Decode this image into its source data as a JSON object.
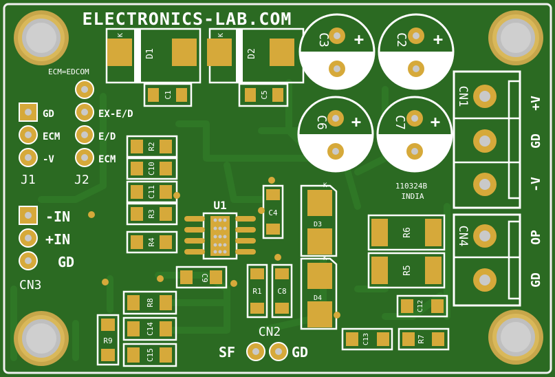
{
  "board": {
    "title": "ELECTRONICS-LAB.COM",
    "board_code": "110324B",
    "board_origin": "INDIA",
    "note": "ECM=EDCOM",
    "colors": {
      "pcb": "#2b6a22",
      "trace": "#2f7726",
      "silkscreen": "#ffffff",
      "pad": "#d6a93a",
      "hole": "#c9c9c9",
      "outline": "#f0f0f0"
    }
  },
  "labels": {
    "d1": "D1",
    "d2": "D2",
    "c1": "C1",
    "c5": "C5",
    "c3": "C3",
    "c2": "C2",
    "c6": "C6",
    "c7": "C7",
    "plus": "+",
    "j1": "J1",
    "j2": "J2",
    "j1_gd": "GD",
    "j1_ecm": "ECM",
    "j1_minus_v": "-V",
    "j2_ex_ed": "EX-E/D",
    "j2_ed": "E/D",
    "j2_ecm": "ECM",
    "r2": "R2",
    "c10": "C10",
    "c11": "C11",
    "r3": "R3",
    "r4": "R4",
    "u1": "U1",
    "c4": "C4",
    "c9": "C9",
    "cn3": "CN3",
    "cn3_minus_in": "-IN",
    "cn3_plus_in": "+IN",
    "cn3_gd": "GD",
    "r8": "R8",
    "c14": "C14",
    "c15": "C15",
    "r9": "R9",
    "r1": "R1",
    "c8": "C8",
    "d3": "D3",
    "d4": "D4",
    "r6": "R6",
    "r5": "R5",
    "cn1": "CN1",
    "cn1_plus_v": "+V",
    "cn1_gd": "GD",
    "cn1_minus_v": "-V",
    "cn4": "CN4",
    "cn4_op": "OP",
    "cn4_gd": "GD",
    "c12": "C12",
    "c13": "C13",
    "r7": "R7",
    "cn2": "CN2",
    "cn2_sf": "SF",
    "cn2_gd": "GD",
    "k": "K"
  }
}
